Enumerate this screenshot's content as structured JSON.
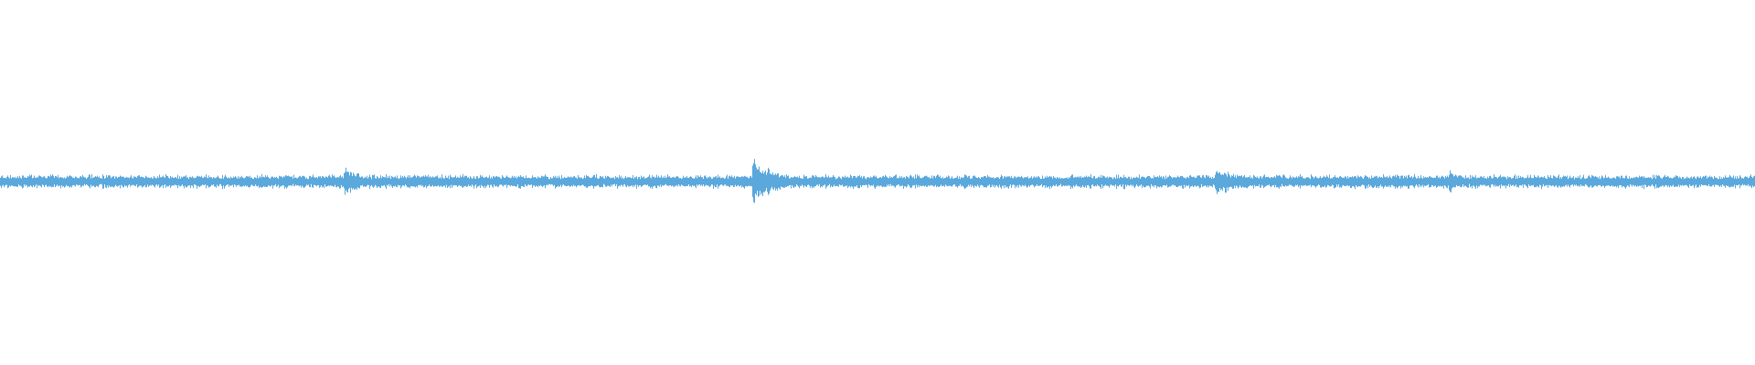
{
  "waveform": {
    "color": "#5aa8dc",
    "background": "#ffffff",
    "baseline_amplitude": 0.035,
    "events": [
      {
        "position": 0.196,
        "amplitude": 0.1,
        "decay": 0.012
      },
      {
        "position": 0.429,
        "amplitude": 0.155,
        "decay": 0.014
      },
      {
        "position": 0.693,
        "amplitude": 0.11,
        "decay": 0.014
      },
      {
        "position": 0.826,
        "amplitude": 0.085,
        "decay": 0.006
      },
      {
        "position": 0.945,
        "amplitude": 0.055,
        "decay": 0.004
      }
    ]
  }
}
